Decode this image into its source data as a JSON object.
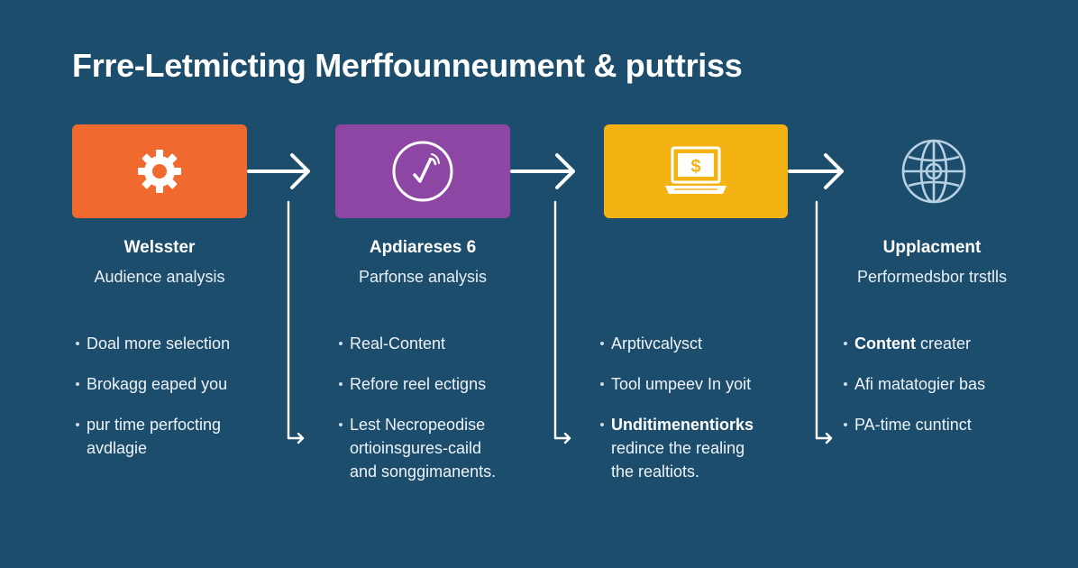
{
  "title": "Frre-Letmicting Merffounneument & puttriss",
  "colors": {
    "background": "#1c4d6c",
    "card_1": "#f06a2f",
    "card_2": "#8e46a5",
    "card_3": "#f5b313",
    "icon_globe": "#b7d1e3"
  },
  "stages": [
    {
      "icon": "gear-icon",
      "title": "Welsster",
      "subtitle": "Audience analysis",
      "items": [
        {
          "text": "Doal more selection"
        },
        {
          "text": "Brokagg eaped you"
        },
        {
          "text": "pur time perfocting",
          "cont": "avdlagie"
        }
      ]
    },
    {
      "icon": "clock-check-icon",
      "title": "Apdiareses 6",
      "subtitle": "Parfonse analysis",
      "items": [
        {
          "text": "Real-Content"
        },
        {
          "text": "Refore reel ectigns"
        },
        {
          "text": "Lest Necropeodise",
          "cont": "ortioinsgures-caild",
          "cont2": "and songgimanents."
        }
      ]
    },
    {
      "icon": "laptop-dollar-icon",
      "title": "",
      "subtitle": "",
      "items": [
        {
          "text": "Arptivcalysct"
        },
        {
          "text": "Tool umpeev In yoit"
        },
        {
          "text": "Unditimenentiorks",
          "bold": true,
          "cont": "redince the realing",
          "cont2": "the realtiots."
        }
      ]
    },
    {
      "icon": "globe-icon",
      "title": "Upplacment",
      "subtitle": "Performedsbor trstlls",
      "items": [
        {
          "bold_prefix": "Content",
          "text": " creater"
        },
        {
          "text": "Afi matatogier bas"
        },
        {
          "text": "PA-time cuntinct"
        }
      ]
    }
  ]
}
